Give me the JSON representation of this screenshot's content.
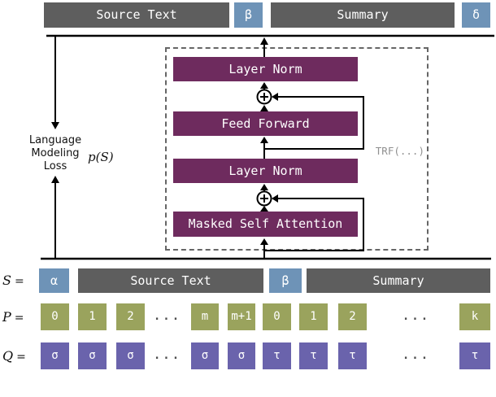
{
  "colors": {
    "segment_gray": "#5e5e5e",
    "special_blue": "#6e93b7",
    "position_olive": "#9aa35d",
    "segmentid_purple": "#6a63ac",
    "block_plum": "#6e2b5e",
    "wire_black": "#000000",
    "trf_label_gray": "#909090"
  },
  "target_row": {
    "source": "Source Text",
    "beta": "β",
    "summary": "Summary",
    "delta": "δ"
  },
  "loss": {
    "line1": "Language",
    "line2": "Modeling",
    "line3": "Loss",
    "prob": "p(S)"
  },
  "transformer": {
    "layer_norm_top": "Layer Norm",
    "feed_forward": "Feed Forward",
    "layer_norm_mid": "Layer Norm",
    "masked_self_attention": "Masked Self Attention",
    "trf": "TRF(...)"
  },
  "rows": {
    "s": {
      "label": "S",
      "eq": "=",
      "alpha": "α",
      "source": "Source Text",
      "beta": "β",
      "summary": "Summary"
    },
    "p": {
      "label": "P",
      "eq": "=",
      "tokens": [
        "0",
        "1",
        "2",
        "...",
        "m",
        "m+1",
        "0",
        "1",
        "2",
        "...",
        "k"
      ]
    },
    "q": {
      "label": "Q",
      "eq": "=",
      "tokens": [
        "σ",
        "σ",
        "σ",
        "...",
        "σ",
        "σ",
        "τ",
        "τ",
        "τ",
        "...",
        "τ"
      ]
    }
  }
}
